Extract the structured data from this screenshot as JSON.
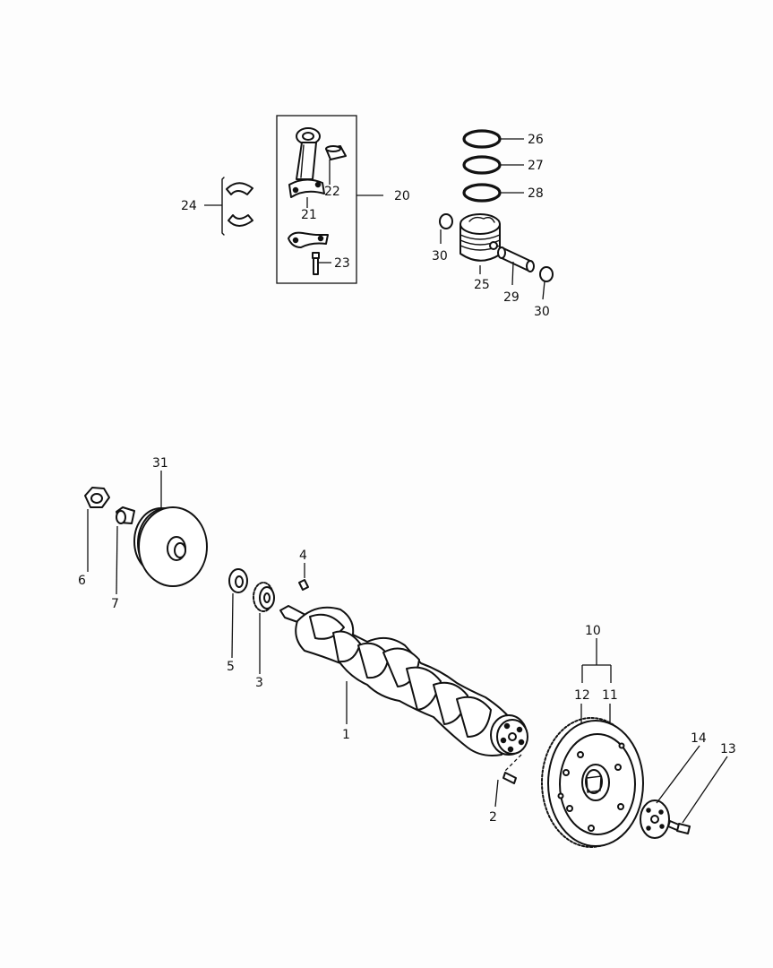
{
  "callouts": {
    "c1": "1",
    "c2": "2",
    "c3": "3",
    "c4": "4",
    "c5": "5",
    "c6": "6",
    "c7": "7",
    "c10": "10",
    "c11": "11",
    "c12": "12",
    "c13": "13",
    "c14": "14",
    "c20": "20",
    "c21": "21",
    "c22": "22",
    "c23": "23",
    "c24": "24",
    "c25": "25",
    "c26": "26",
    "c27": "27",
    "c28": "28",
    "c29": "29",
    "c30a": "30",
    "c30b": "30",
    "c31": "31"
  },
  "colors": {
    "ink": "#111111",
    "paper": "#fdfdfd"
  }
}
